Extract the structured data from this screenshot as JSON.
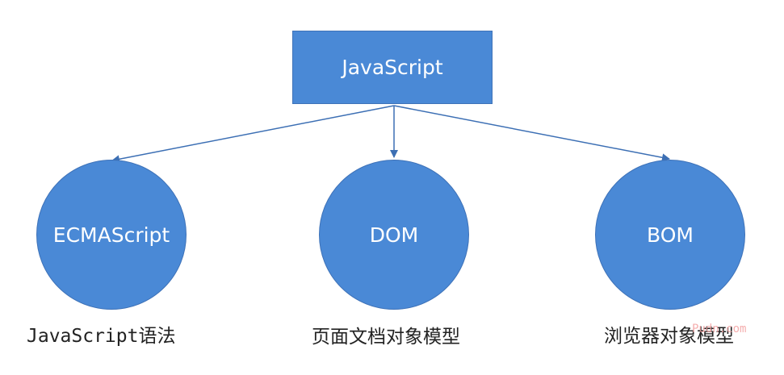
{
  "root": {
    "label": "JavaScript"
  },
  "children": [
    {
      "label": "ECMAScript",
      "caption": "JavaScript语法"
    },
    {
      "label": "DOM",
      "caption": "页面文档对象模型"
    },
    {
      "label": "BOM",
      "caption": "浏览器对象模型"
    }
  ],
  "watermark": "Pudn.com",
  "colors": {
    "node_fill": "#4a89d6",
    "edge": "#3c6fb4",
    "text": "#ffffff"
  }
}
